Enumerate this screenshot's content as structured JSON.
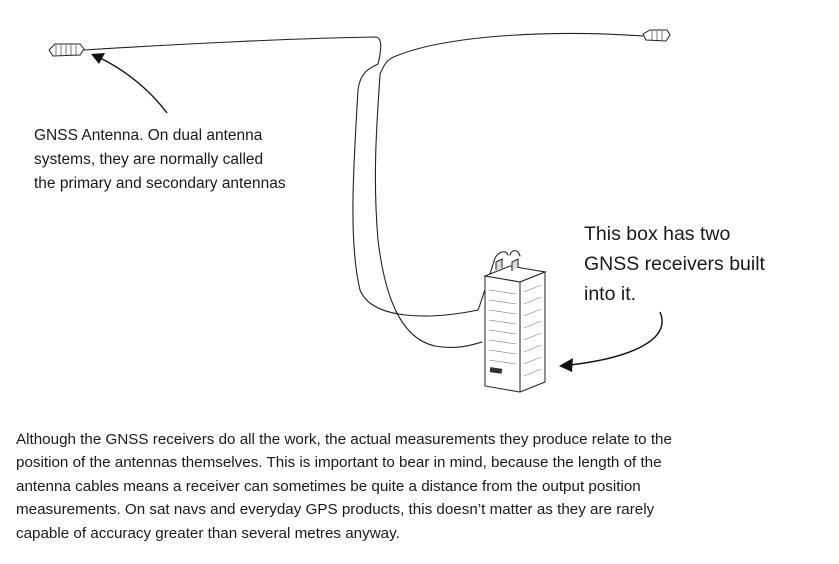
{
  "labels": {
    "antenna": [
      "GNSS Antenna. On dual antenna",
      "systems, they are normally called",
      "the primary and secondary antennas"
    ],
    "box": [
      "This box has two",
      "GNSS receivers built",
      "into it."
    ]
  },
  "caption": [
    "Although the GNSS receivers do all the work, the actual measurements they produce relate to the",
    "position of the antennas themselves. This is important to bear in mind, because the length of the",
    "antenna cables means a receiver can sometimes be quite a distance from the output position",
    "measurements. On sat navs and everyday GPS products, this doesn’t matter as they are rarely",
    "capable of accuracy greater than several metres anyway."
  ]
}
